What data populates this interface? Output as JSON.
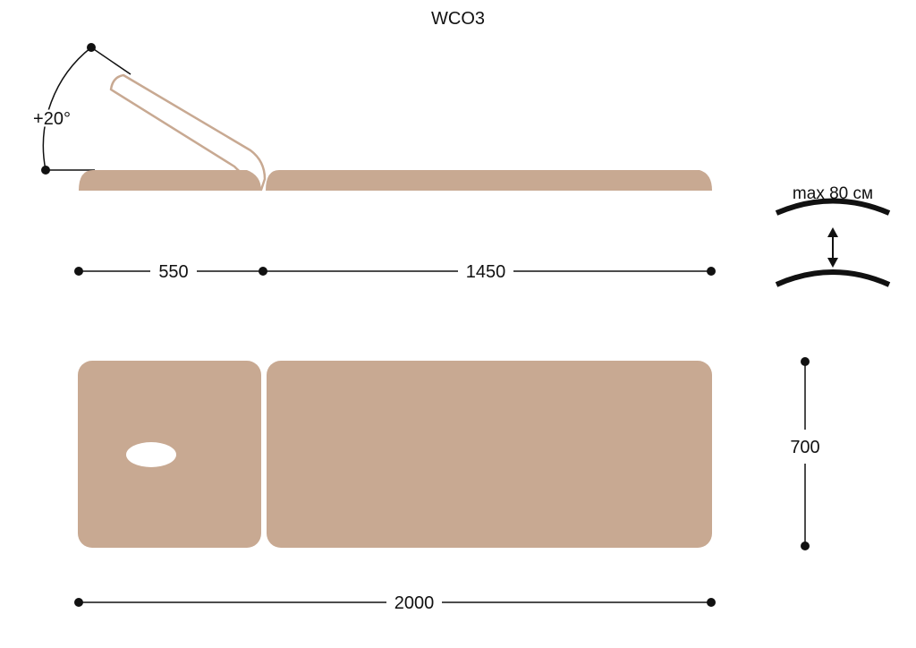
{
  "title": "WCO3",
  "angle_label": "+20°",
  "height_label": "max 80 см",
  "dimensions": {
    "head_length": "550",
    "body_length": "1450",
    "total_length": "2000",
    "width": "700"
  },
  "colors": {
    "upholstery": "#c8a992",
    "line": "#111111",
    "background": "#ffffff"
  }
}
